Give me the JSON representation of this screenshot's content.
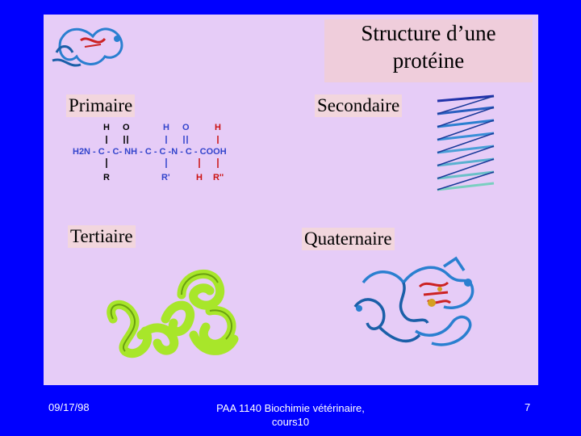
{
  "slide": {
    "title_line1": "Structure d’une",
    "title_line2": "protéine",
    "labels": {
      "primary": "Primaire",
      "secondary": "Secondaire",
      "tertiary": "Tertiaire",
      "quaternary": "Quaternaire"
    },
    "formula": {
      "main": "H2N - C - C- NH - C - C -N - C - COOH",
      "tops": [
        "H",
        "O",
        "H",
        "O",
        "H"
      ],
      "bottoms": [
        "R",
        "R'",
        "H",
        "R''"
      ]
    }
  },
  "footer": {
    "date": "09/17/98",
    "course_line1": "PAA 1140  Biochimie vétérinaire,",
    "course_line2": "cours10",
    "page": "7"
  },
  "colors": {
    "background": "#0000ff",
    "panel": "#e6ccf7",
    "title_box": "#efcddb",
    "formula_black": "#000000",
    "formula_blue": "#3344cc",
    "formula_red": "#cc1111",
    "protein_green": "#a8e62a",
    "protein_blue": "#2a7fd0"
  }
}
